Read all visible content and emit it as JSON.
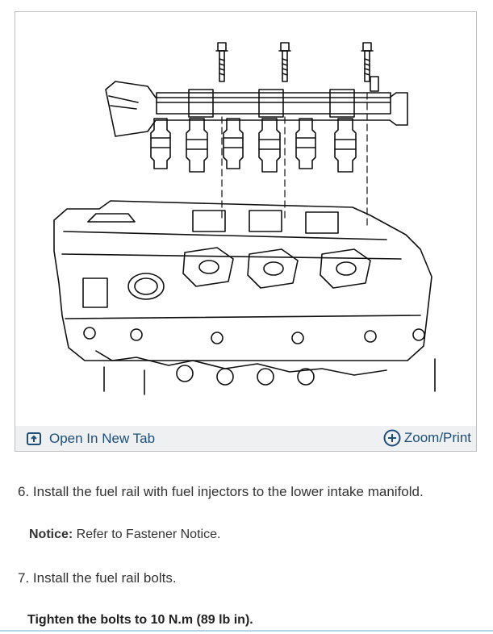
{
  "figure": {
    "open_new_tab_label": "Open In New Tab",
    "zoom_print_label": "Zoom/Print",
    "toolbar_text_color": "#1d4e7a",
    "icons": {
      "open_tab": "open-in-new-tab-icon",
      "zoom": "zoom-plus-icon"
    }
  },
  "steps": {
    "step6": "6. Install the fuel rail with fuel injectors to the lower intake manifold.",
    "notice_label": "Notice:",
    "notice_text": " Refer to Fastener Notice.",
    "step7": "7. Install the fuel rail bolts.",
    "tighten": "Tighten the bolts to 10 N.m (89 lb in)."
  }
}
